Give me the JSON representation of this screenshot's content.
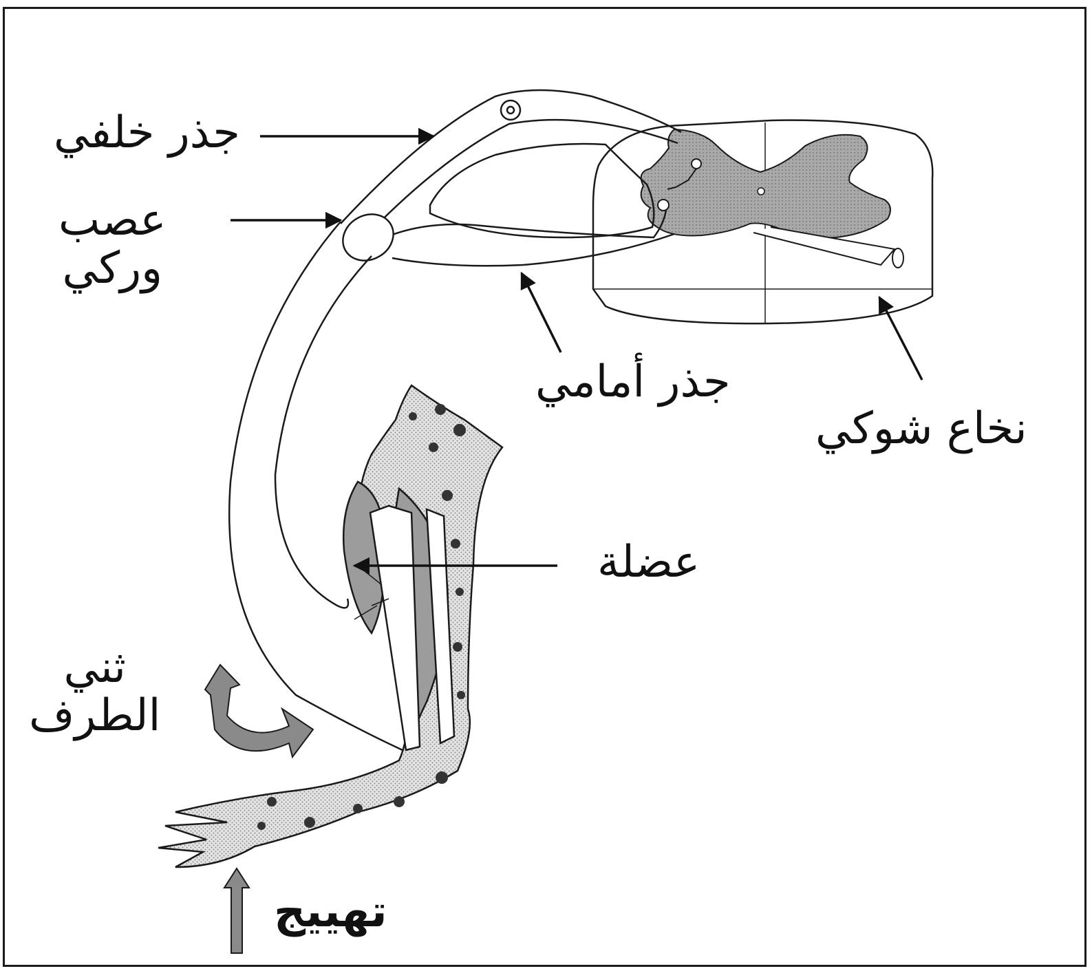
{
  "labels": {
    "dorsal_root": "جذر خلفي",
    "sciatic_nerve_l1": "عصب",
    "sciatic_nerve_l2": "وركي",
    "ventral_root": "جذر أمامي",
    "spinal_cord": "نخاع شوكي",
    "muscle": "عضلة",
    "limb_flexion_l1": "ثني",
    "limb_flexion_l2": "الطرف",
    "stimulation": "تهييج"
  },
  "colors": {
    "line": "#1a1a1a",
    "gray_matter": "#a9a9a9",
    "muscle_fill": "#9c9c9c",
    "skin_stipple": "#d4d4d4",
    "arrow_fill": "#8a8a8a"
  }
}
